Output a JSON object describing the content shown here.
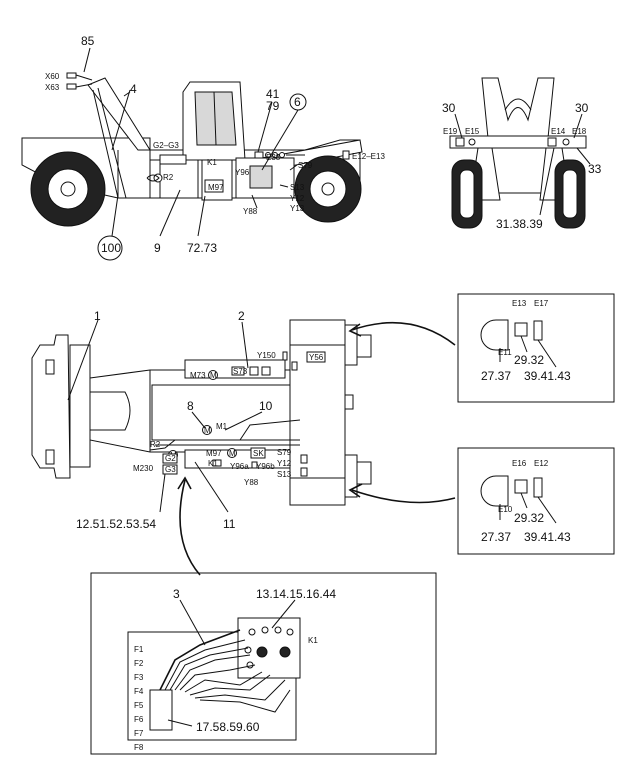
{
  "side_view": {
    "labels": {
      "n85": "85",
      "x60": "X60",
      "x63": "X63",
      "n4": "4",
      "n41": "41",
      "n79": "79",
      "n6": "6",
      "g2g3": "G2–G3",
      "k1": "K1",
      "r2": "R2",
      "e38": "E38",
      "s79": "S79",
      "e12e13": "E12–E13",
      "y96": "Y96",
      "m97": "M97",
      "s13": "S13",
      "y12": "Y12",
      "y13": "Y13",
      "y88": "Y88",
      "n100": "100",
      "n9": "9",
      "n7273": "72.73"
    }
  },
  "rear_view": {
    "labels": {
      "n30a": "30",
      "n30b": "30",
      "e19": "E19",
      "e15": "E15",
      "e14": "E14",
      "e18": "E18",
      "n33": "33",
      "n313839": "31.38.39"
    }
  },
  "top_view": {
    "labels": {
      "n1": "1",
      "n2": "2",
      "y150": "Y150",
      "y56": "Y56",
      "m73": "M73",
      "s73": "S73",
      "n8": "8",
      "n10": "10",
      "m1": "M1",
      "r2": "R2",
      "s79": "S79",
      "m97": "M97",
      "sk": "SK",
      "m230": "M230",
      "g2": "G2",
      "g3": "G3",
      "k1": "K1",
      "y96a": "Y96a",
      "y96b": "Y96b",
      "y12": "Y12",
      "s13": "S13",
      "y88": "Y88",
      "n1251": "12.51.52.53.54",
      "n11": "11",
      "motor": "M"
    }
  },
  "detail_upper": {
    "labels": {
      "e13": "E13",
      "e17": "E17",
      "e11": "E11",
      "n2932": "29.32",
      "n2737": "27.37",
      "n394143": "39.41.43"
    }
  },
  "detail_lower": {
    "labels": {
      "e16": "E16",
      "e12": "E12",
      "e10": "E10",
      "n2932": "29.32",
      "n2737": "27.37",
      "n394143": "39.41.43"
    }
  },
  "fuse_detail": {
    "labels": {
      "n3": "3",
      "n1314": "13.14.15.16.44",
      "k1": "K1",
      "n175859": "17.58.59.60",
      "f1": "F1",
      "f2": "F2",
      "f3": "F3",
      "f4": "F4",
      "f5": "F5",
      "f6": "F6",
      "f7": "F7",
      "f8": "F8"
    }
  }
}
